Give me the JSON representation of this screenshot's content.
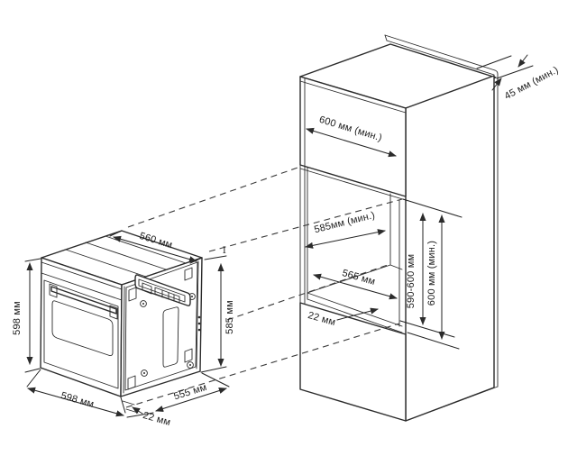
{
  "colors": {
    "line": "#2b2b2b",
    "background": "#ffffff"
  },
  "oven": {
    "top_width": "560 мм",
    "front_height": "598 мм",
    "front_width": "598 мм",
    "body_height": "585 мм",
    "body_depth": "555 мм",
    "front_lip": "22 мм",
    "section_mark": "I"
  },
  "cabinet": {
    "front_panel_width": "600 мм (мин.)",
    "rear_gap": "45 мм (мин.)",
    "niche_depth": "585мм (мин.)",
    "niche_width": "565 мм",
    "shelf_thickness": "22 мм",
    "niche_height": "590-600 мм",
    "niche_height_min": "600 мм (мин.)"
  }
}
